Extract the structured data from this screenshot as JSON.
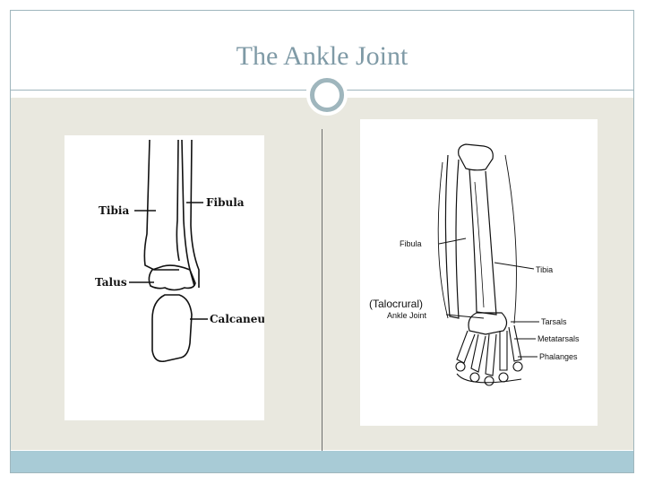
{
  "slide": {
    "title": "The Ankle Joint"
  },
  "left_figure": {
    "labels": {
      "tibia": "Tibia",
      "fibula": "Fibula",
      "talus": "Talus",
      "calcaneus": "Calcaneus"
    }
  },
  "right_figure": {
    "labels": {
      "fibula": "Fibula",
      "tibia": "Tibia",
      "talocrural": "(Talocrural)",
      "ankle_joint": "Ankle Joint",
      "tarsals": "Tarsals",
      "metatarsals": "Metatarsals",
      "phalanges": "Phalanges"
    }
  },
  "colors": {
    "accent": "#9fb6bd",
    "title": "#7f9aa6",
    "content_bg": "#e9e8df",
    "bottom_bar": "#a8cbd6"
  }
}
